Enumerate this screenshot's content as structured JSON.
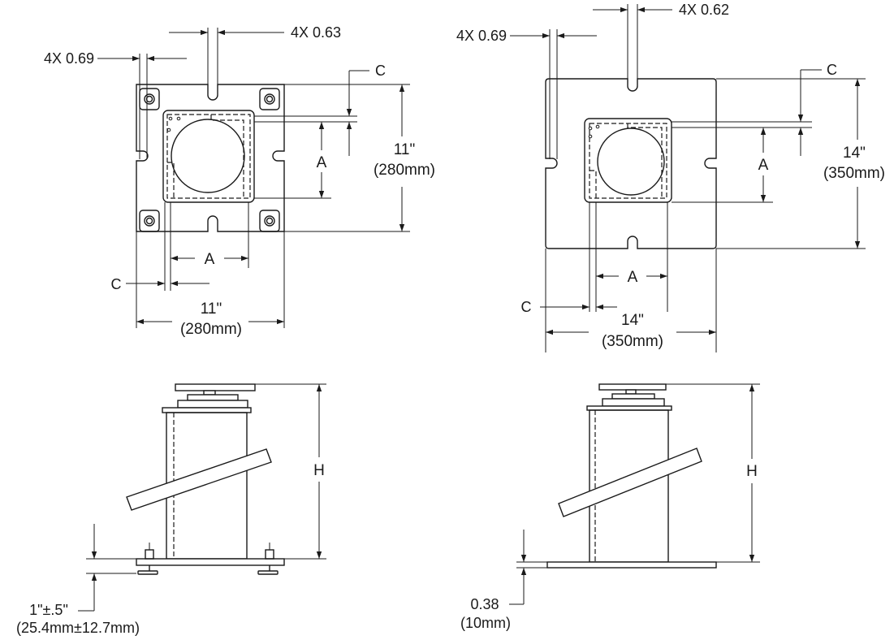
{
  "left_plan": {
    "bolt_spacing": "4X 0.69",
    "slot_width": "4X 0.63",
    "c": "C",
    "a": "A",
    "height_in": "11\"",
    "height_mm": "(280mm)",
    "width_in": "11\"",
    "width_mm": "(280mm)"
  },
  "right_plan": {
    "bolt_spacing": "4X 0.69",
    "slot_width": "4X 0.62",
    "c": "C",
    "a": "A",
    "height_in": "14\"",
    "height_mm": "(350mm)",
    "width_in": "14\"",
    "width_mm": "(350mm)"
  },
  "left_elevation": {
    "h": "H",
    "adjust_in": "1\"±.5\"",
    "adjust_mm": "(25.4mm±12.7mm)"
  },
  "right_elevation": {
    "h": "H",
    "plate_in": "0.38",
    "plate_mm": "(10mm)"
  }
}
